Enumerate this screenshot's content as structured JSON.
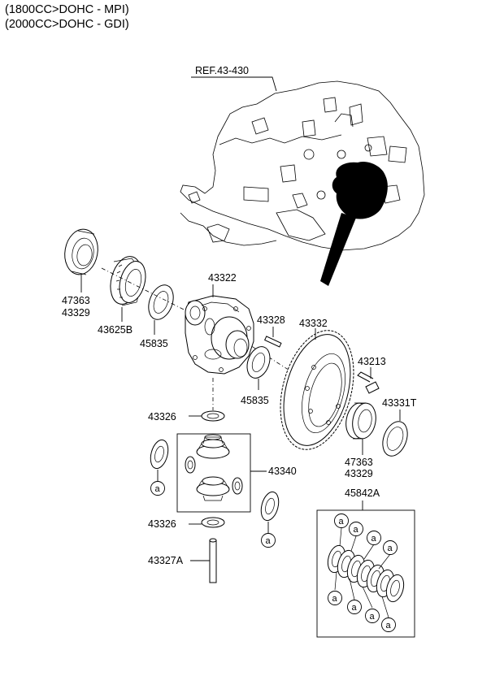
{
  "header": {
    "line1": "(1800CC>DOHC - MPI)",
    "line2": "(2000CC>DOHC - GDI)"
  },
  "ref_label": "REF.43-430",
  "labels": {
    "p47363_top": "47363",
    "p43329_top": "43329",
    "p43625B": "43625B",
    "p45835_left": "45835",
    "p43322": "43322",
    "p43328": "43328",
    "p43332": "43332",
    "p45835_right": "45835",
    "p43213": "43213",
    "p43331T": "43331T",
    "p47363_bot": "47363",
    "p43329_bot": "43329",
    "p43326_top": "43326",
    "p43340": "43340",
    "p43326_bot": "43326",
    "p43327A": "43327A",
    "p45842A": "45842A"
  },
  "callout_letter": "a"
}
